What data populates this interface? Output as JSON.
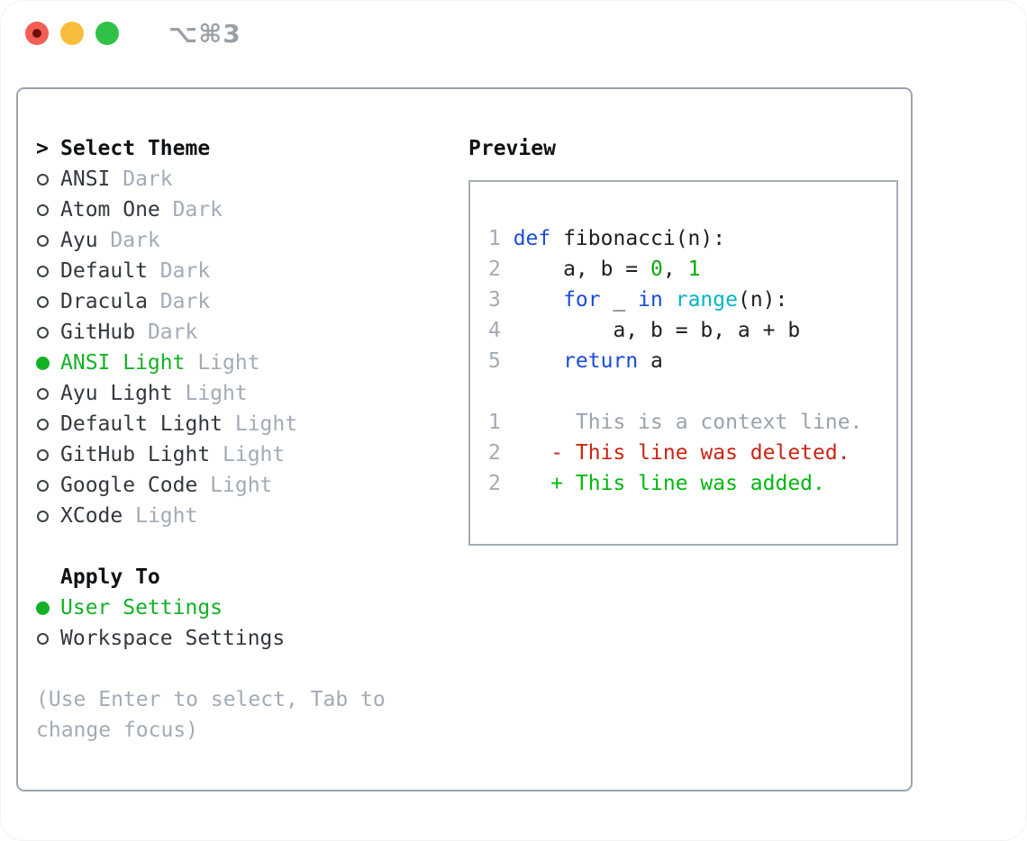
{
  "window": {
    "shortcut_label": "⌥⌘3"
  },
  "theme_panel": {
    "title_prefix": ">",
    "title": "Select Theme",
    "items": [
      {
        "label": "ANSI",
        "variant": "Dark",
        "selected": false
      },
      {
        "label": "Atom One",
        "variant": "Dark",
        "selected": false
      },
      {
        "label": "Ayu",
        "variant": "Dark",
        "selected": false
      },
      {
        "label": "Default",
        "variant": "Dark",
        "selected": false
      },
      {
        "label": "Dracula",
        "variant": "Dark",
        "selected": false
      },
      {
        "label": "GitHub",
        "variant": "Dark",
        "selected": false
      },
      {
        "label": "ANSI Light",
        "variant": "Light",
        "selected": true
      },
      {
        "label": "Ayu Light",
        "variant": "Light",
        "selected": false
      },
      {
        "label": "Default Light",
        "variant": "Light",
        "selected": false
      },
      {
        "label": "GitHub Light",
        "variant": "Light",
        "selected": false
      },
      {
        "label": "Google Code",
        "variant": "Light",
        "selected": false
      },
      {
        "label": "XCode",
        "variant": "Light",
        "selected": false
      }
    ],
    "apply_to": {
      "title": "Apply To",
      "options": [
        {
          "label": "User Settings",
          "selected": true
        },
        {
          "label": "Workspace Settings",
          "selected": false
        }
      ]
    },
    "help_lines": [
      "(Use Enter to select, Tab to",
      "change focus)"
    ]
  },
  "preview": {
    "title": "Preview",
    "lines": [
      {
        "num": "1",
        "tokens": [
          {
            "t": "def",
            "c": "kw"
          },
          {
            "t": " fibonacci(n):",
            "c": "fg"
          }
        ]
      },
      {
        "num": "2",
        "tokens": [
          {
            "t": "    a, b = ",
            "c": "fg"
          },
          {
            "t": "0",
            "c": "num"
          },
          {
            "t": ", ",
            "c": "fg"
          },
          {
            "t": "1",
            "c": "num"
          }
        ]
      },
      {
        "num": "3",
        "tokens": [
          {
            "t": "    ",
            "c": "fg"
          },
          {
            "t": "for",
            "c": "kw"
          },
          {
            "t": " _ ",
            "c": "fg"
          },
          {
            "t": "in",
            "c": "kw"
          },
          {
            "t": " ",
            "c": "fg"
          },
          {
            "t": "range",
            "c": "fn"
          },
          {
            "t": "(n):",
            "c": "fg"
          }
        ]
      },
      {
        "num": "4",
        "tokens": [
          {
            "t": "        a, b = b, a + b",
            "c": "fg"
          }
        ]
      },
      {
        "num": "5",
        "tokens": [
          {
            "t": "    ",
            "c": "fg"
          },
          {
            "t": "return",
            "c": "kw"
          },
          {
            "t": " a",
            "c": "fg"
          }
        ]
      },
      {
        "num": "",
        "tokens": []
      },
      {
        "num": "1",
        "tokens": [
          {
            "t": "     This is a context line.",
            "c": "ctx"
          }
        ]
      },
      {
        "num": "2",
        "tokens": [
          {
            "t": "   - This line was deleted.",
            "c": "del"
          }
        ]
      },
      {
        "num": "2",
        "tokens": [
          {
            "t": "   + This line was added.",
            "c": "add"
          }
        ]
      }
    ]
  },
  "colors": {
    "accent_green": "#12b125",
    "item_text": "#33383e",
    "muted_text": "#a2abb6",
    "title_text": "#0e1114",
    "panel_border": "#9ba4ae",
    "preview_border": "#a4adb6",
    "code": {
      "keyword": "#1a4cd8",
      "function": "#00b5c8",
      "number": "#0aa80a",
      "foreground": "#1c1f23",
      "line_number": "#a2abb6",
      "context": "#9aa3ad",
      "deleted": "#cb2413",
      "added": "#00b80f"
    },
    "traffic_lights": {
      "red": "#f45f55",
      "red_dot": "#6b130b",
      "yellow": "#f8bd3c",
      "green": "#31c146"
    }
  }
}
